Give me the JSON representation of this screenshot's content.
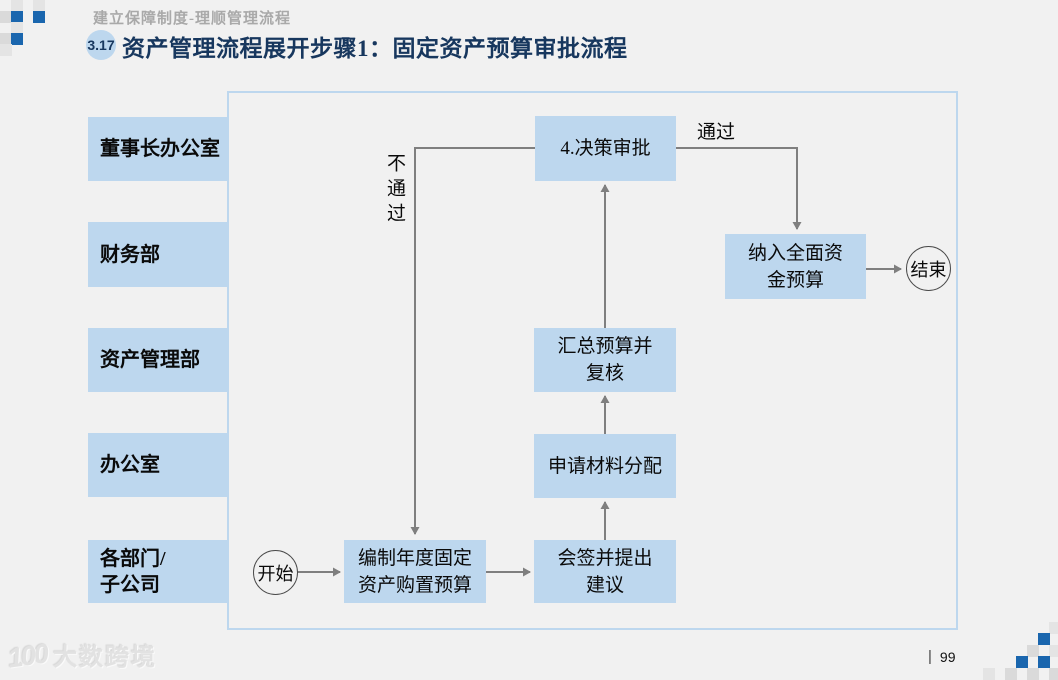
{
  "colors": {
    "accent_blue": "#1a66ae",
    "box_fill": "#bdd7ee",
    "container_border": "#bdd7ee",
    "arrow_gray": "#7f7f7f",
    "title_navy": "#17375e",
    "eyebrow_gray": "#a9a9a9"
  },
  "header": {
    "eyebrow": "建立保障制度-理顺管理流程",
    "section_number": "3.17",
    "title": "资产管理流程展开步骤1：固定资产预算审批流程"
  },
  "lanes": [
    "董事长办公室",
    "财务部",
    "资产管理部",
    "办公室",
    "各部门/\n子公司"
  ],
  "flow": {
    "start": "开始",
    "end": "结束",
    "boxes": {
      "decision": "4.决策审批",
      "include": "纳入全面资\n金预算",
      "summarize": "汇总预算并\n复核",
      "distribute": "申请材料分配",
      "countersign": "会签并提出\n建议",
      "prepare": "编制年度固定\n资产购置预算"
    },
    "edge_labels": {
      "pass": "通过",
      "fail": "不通过"
    }
  },
  "footer": {
    "watermark_logo": "100",
    "watermark_text": "大数跨境",
    "page_separator": "|",
    "page_number": "99"
  }
}
